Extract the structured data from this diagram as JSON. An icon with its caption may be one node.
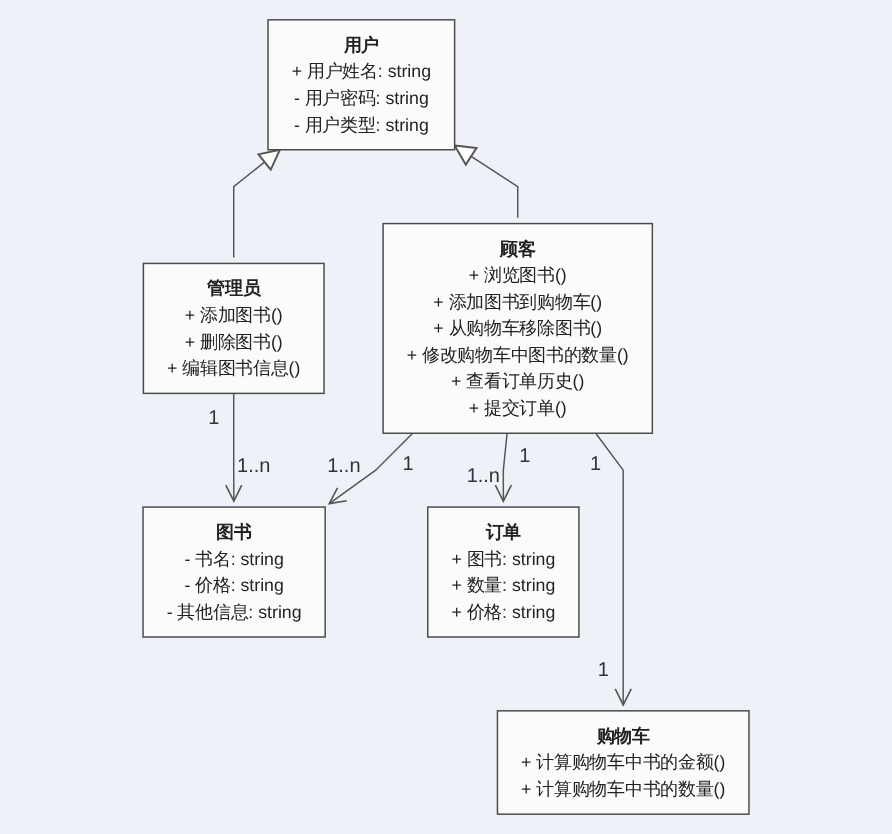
{
  "diagram": {
    "nodes": [
      {
        "text": [
          "用户",
          "+ 用户姓名: string",
          "- 用户密码: string",
          "- 用户类型: string"
        ]
      },
      {
        "text": [
          "管理员",
          "+ 添加图书()",
          "+ 删除图书()",
          "+ 编辑图书信息()"
        ]
      },
      {
        "text": [
          "顾客",
          "+ 浏览图书()",
          "+ 添加图书到购物车()",
          "+ 从购物车移除图书()",
          "+ 修改购物车中图书的数量()",
          "+ 查看订单历史()",
          "+ 提交订单()"
        ]
      },
      {
        "text": [
          "图书",
          "- 书名: string",
          "- 价格: string",
          "- 其他信息: string"
        ]
      },
      {
        "text": [
          "订单",
          "+ 图书: string",
          "+ 数量: string",
          "+ 价格: string"
        ]
      },
      {
        "text": [
          "购物车",
          "+ 计算购物车中书的金额()",
          "+ 计算购物车中书的数量()"
        ]
      }
    ],
    "edges": [
      {
        "from": 1,
        "to": 0,
        "arrow": "to"
      },
      {
        "from": 2,
        "to": 0,
        "arrow": "to"
      },
      {
        "from": 1,
        "to": 3,
        "arrow": "to"
      },
      {
        "from": 2,
        "to": 3,
        "arrow": "to"
      },
      {
        "from": 2,
        "to": 4,
        "arrow": "to"
      },
      {
        "from": 2,
        "to": 5,
        "arrow": "to"
      }
    ],
    "labels": [
      "1",
      "1..n",
      "1..n",
      "1",
      "1",
      "1..n",
      "1",
      "1"
    ]
  }
}
